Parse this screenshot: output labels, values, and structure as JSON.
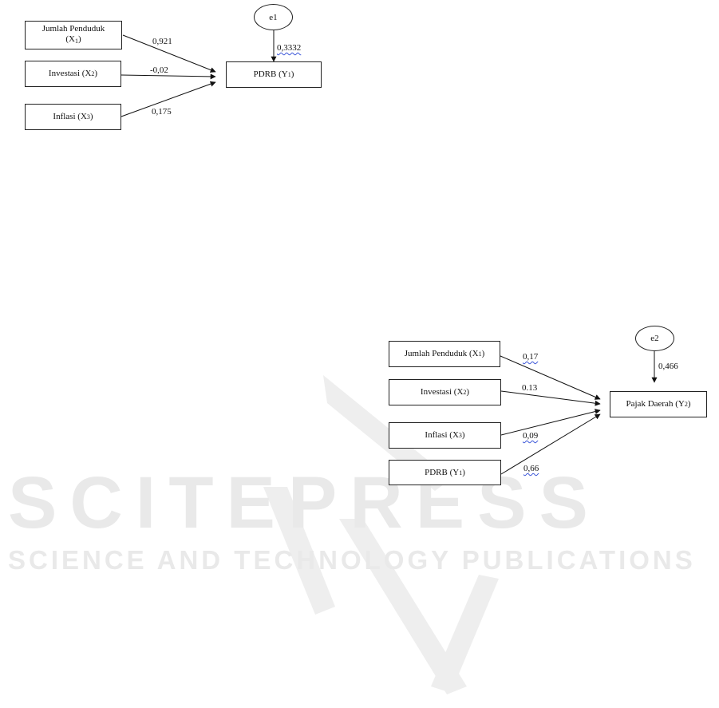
{
  "watermark": {
    "brand": "SCITEPRESS",
    "tagline": "SCIENCE AND TECHNOLOGY PUBLICATIONS"
  },
  "model1": {
    "error": "e1",
    "error_coef": "0,3332",
    "outcome": {
      "name": "PDRB",
      "var": "Y",
      "sub": "1"
    },
    "predictors": [
      {
        "name": "Jumlah Penduduk",
        "var": "X",
        "sub": "1",
        "coef": "0,921"
      },
      {
        "name": "Investasi",
        "var": "X",
        "sub": "2",
        "coef": "-0,02"
      },
      {
        "name": "Inflasi",
        "var": "X",
        "sub": "3",
        "coef": "0,175"
      }
    ]
  },
  "model2": {
    "error": "e2",
    "error_coef": "0,466",
    "outcome": {
      "name": "Pajak Daerah",
      "var": "Y",
      "sub": "2"
    },
    "predictors": [
      {
        "name": "Jumlah Penduduk",
        "var": "X",
        "sub": "1",
        "coef": "0,17"
      },
      {
        "name": "Investasi",
        "var": "X",
        "sub": "2",
        "coef": "0.13"
      },
      {
        "name": "Inflasi",
        "var": "X",
        "sub": "3",
        "coef": "0,09"
      },
      {
        "name": "PDRB",
        "var": "Y",
        "sub": "1",
        "coef": "0,66"
      }
    ]
  }
}
